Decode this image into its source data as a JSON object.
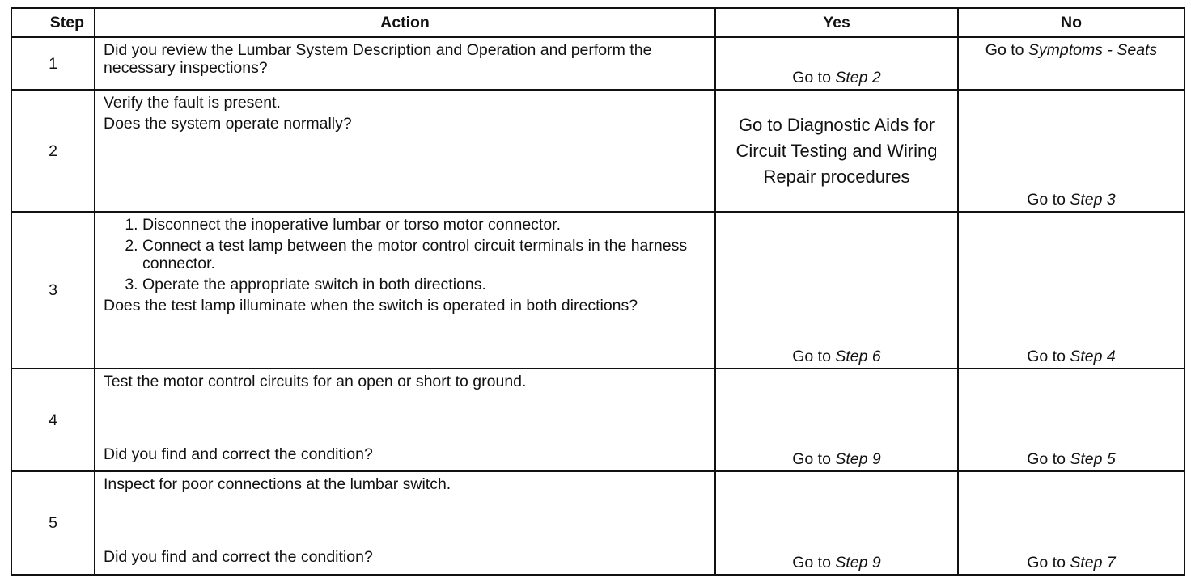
{
  "headers": {
    "step": "Step",
    "action": "Action",
    "yes": "Yes",
    "no": "No"
  },
  "rows": [
    {
      "step": "1",
      "action": [
        "Did you review the Lumbar System Description and Operation and perform the necessary inspections?"
      ],
      "yes_prefix": "Go to ",
      "yes_ref": "Step 2",
      "no_prefix": "Go to ",
      "no_ref": "Symptoms - Seats"
    },
    {
      "step": "2",
      "action": [
        "Verify the fault is present.",
        "Does the system operate normally?"
      ],
      "yes_text": "Go to Diagnostic Aids for Circuit Testing and Wiring Repair procedures",
      "no_prefix": "Go to ",
      "no_ref": "Step 3"
    },
    {
      "step": "3",
      "list": [
        "Disconnect the inoperative lumbar or torso motor connector.",
        "Connect a test lamp between the motor control circuit terminals in the harness connector.",
        "Operate the appropriate switch in both directions."
      ],
      "question": "Does the test lamp illuminate when the switch is operated in both directions?",
      "yes_prefix": "Go to ",
      "yes_ref": "Step 6",
      "no_prefix": "Go to ",
      "no_ref": "Step 4"
    },
    {
      "step": "4",
      "action": [
        "Test the motor control circuits for an open or short to ground."
      ],
      "question": "Did you find and correct the condition?",
      "yes_prefix": "Go to ",
      "yes_ref": "Step 9",
      "no_prefix": "Go to ",
      "no_ref": "Step 5"
    },
    {
      "step": "5",
      "action": [
        "Inspect for poor connections at the lumbar switch."
      ],
      "question": "Did you find and correct the condition?",
      "yes_prefix": "Go to ",
      "yes_ref": "Step 9",
      "no_prefix": "Go to ",
      "no_ref": "Step 7"
    }
  ]
}
